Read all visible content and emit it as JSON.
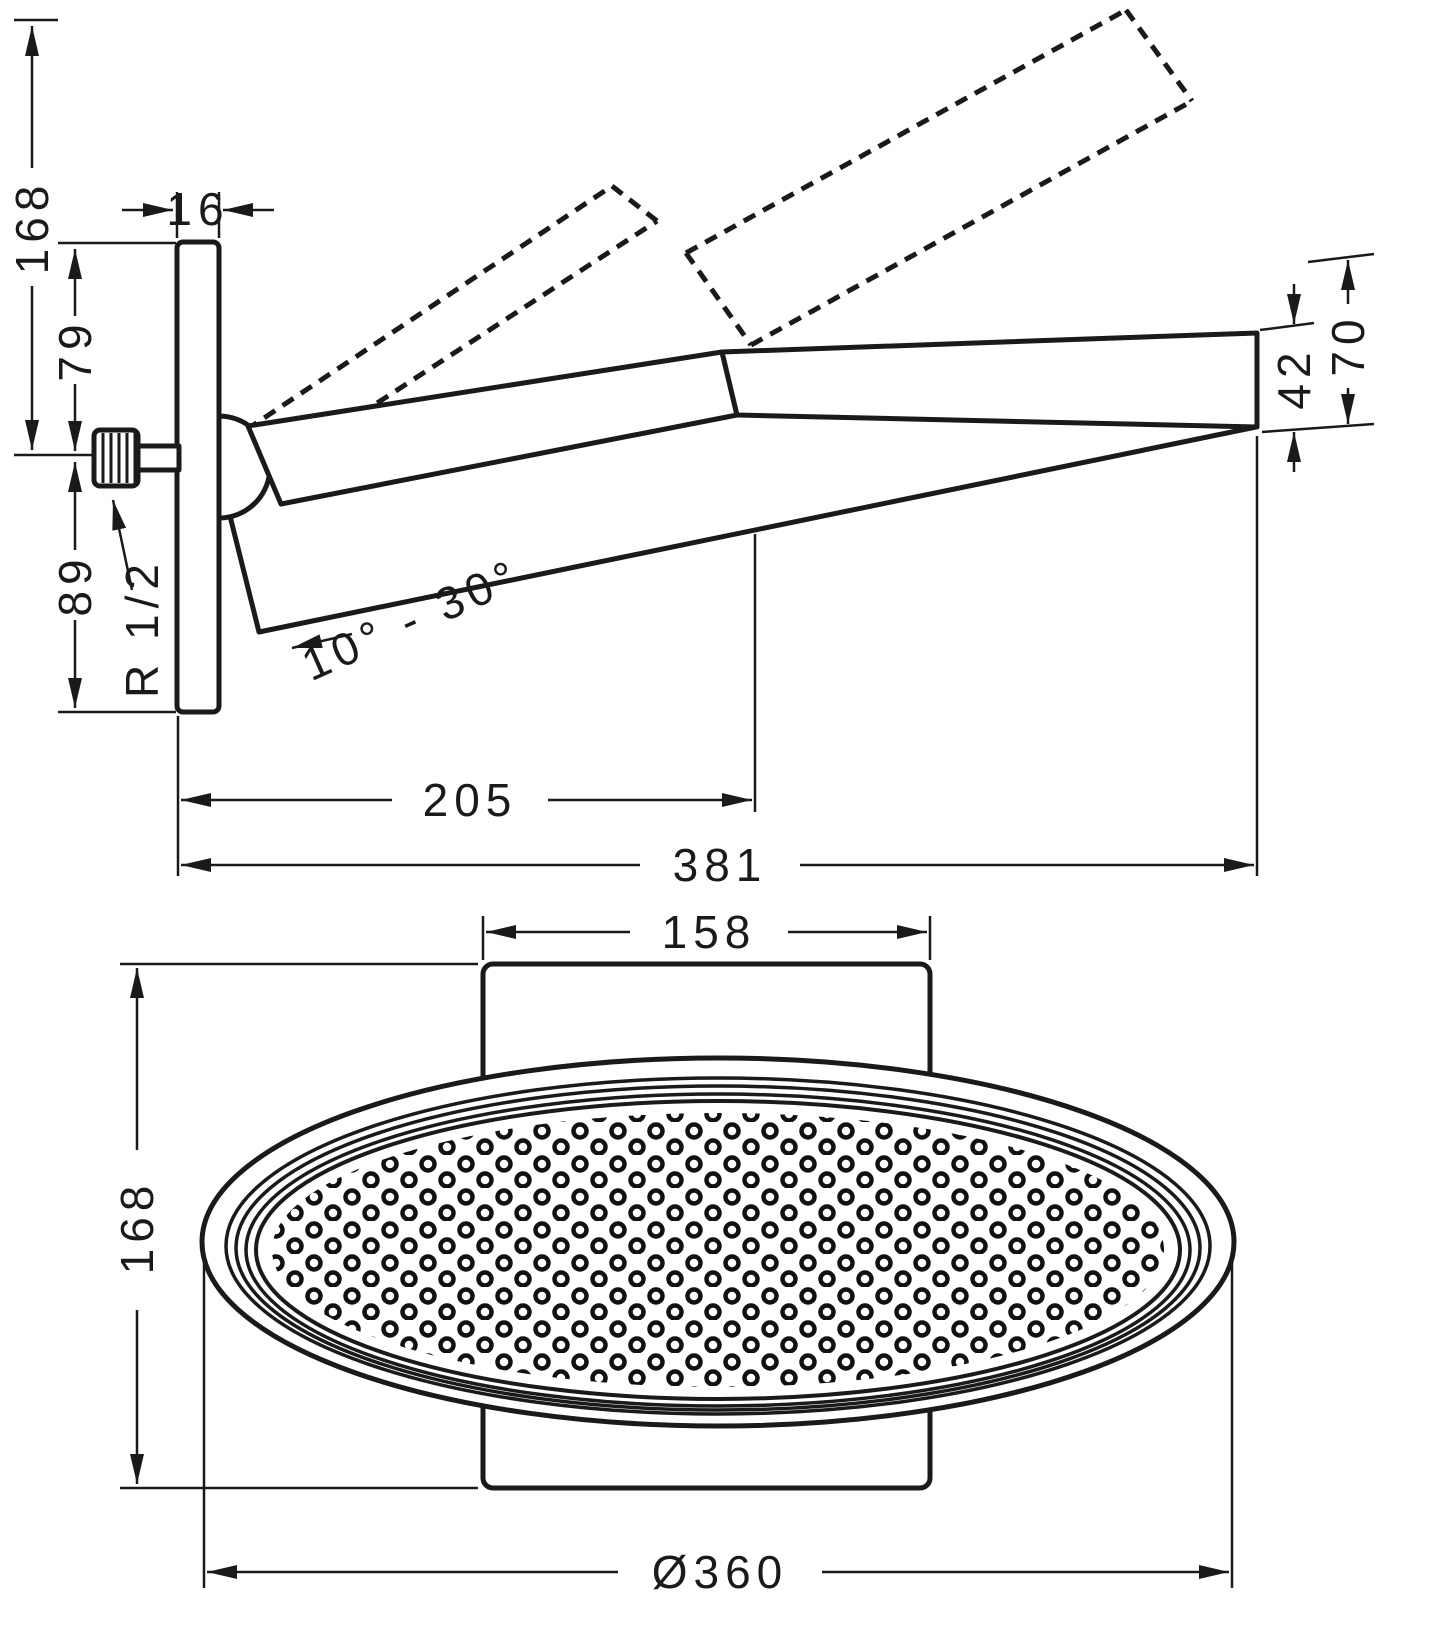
{
  "drawing": {
    "side_view": {
      "overall_height": "168",
      "upper_offset": "79",
      "lower_offset": "89",
      "plate_thickness": "16",
      "thread_size": "R 1/2",
      "tilt_range": "10° - 30°",
      "head_edge_height": "42",
      "head_total_height": "70",
      "projection_to_pivot": "205",
      "overall_projection": "381"
    },
    "front_view": {
      "plate_width": "158",
      "plate_height": "168",
      "head_diameter": "Ø360"
    },
    "colors": {
      "line": "#1a1a1a",
      "background": "#ffffff"
    }
  }
}
